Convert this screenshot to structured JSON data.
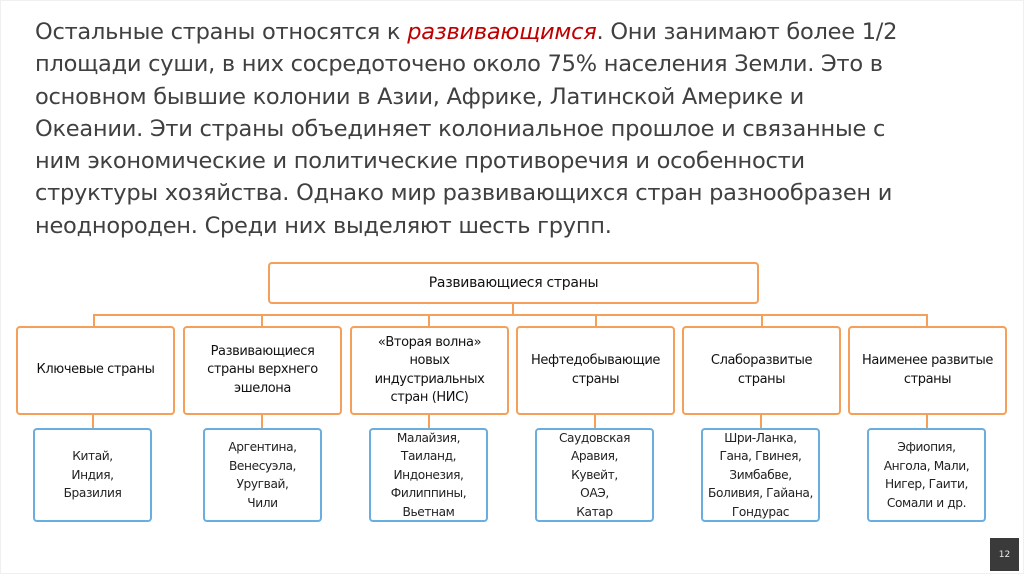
{
  "paragraph": {
    "lines": [
      {
        "before": "Остальные страны относятся к ",
        "highlight": "развивающимся",
        "after": ". Они занимают более 1/2"
      },
      {
        "text": "площади суши, в них сосредоточено около 75% населения Земли. Это в"
      },
      {
        "text": "основном бывшие колонии в Азии, Африке, Латинской Америке и"
      },
      {
        "text": "Океании. Эти страны объединяет колониальное прошлое и связанные с"
      },
      {
        "text": "ним экономические и политические противоречия и особенности"
      },
      {
        "text": "структуры хозяйства. Однако мир развивающихся стран разнообразен и"
      },
      {
        "text": "неоднороден. Среди них выделяют шесть групп."
      }
    ],
    "highlight_color": "#c00000",
    "text_color": "#404040"
  },
  "diagram": {
    "root": "Развивающиеся страны",
    "border_colors": {
      "category": "#f5a05a",
      "examples": "#6aaee0"
    },
    "groups": [
      {
        "title": "Ключевые страны",
        "examples": "Китай,\nИндия,\nБразилия"
      },
      {
        "title": "Развивающиеся\nстраны верхнего\nэшелона",
        "examples": "Аргентина,\nВенесуэла,\nУругвай,\nЧили"
      },
      {
        "title": "«Вторая волна»\nновых\nиндустриальных\nстран (НИС)",
        "examples": "Малайзия,\nТаиланд,\nИндонезия,\nФилиппины,\nВьетнам"
      },
      {
        "title": "Нефтедобывающие\nстраны",
        "examples": "Саудовская\nАравия,\nКувейт,\nОАЭ,\nКатар"
      },
      {
        "title": "Слаборазвитые\nстраны",
        "examples": "Шри-Ланка,\nГана, Гвинея,\nЗимбабве,\nБоливия, Гайана,\nГондурас"
      },
      {
        "title": "Наименее развитые\nстраны",
        "examples": "Эфиопия,\nАнгола, Мали,\nНигер, Гаити,\nСомали и др."
      }
    ]
  },
  "page_number": "12"
}
